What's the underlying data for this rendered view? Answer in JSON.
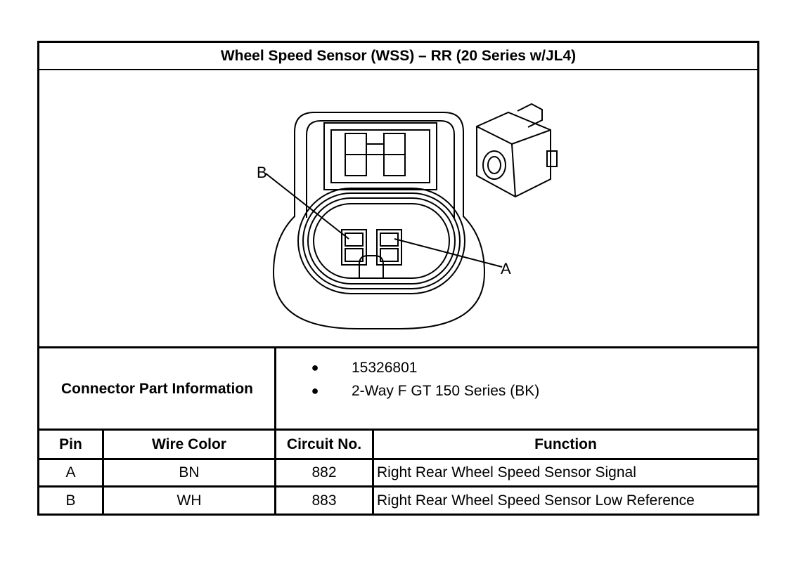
{
  "title": "Wheel Speed Sensor (WSS) – RR (20 Series w/JL4)",
  "diagram": {
    "pin_labels": [
      "B",
      "A"
    ]
  },
  "connector_info": {
    "label": "Connector Part Information",
    "items": [
      "15326801",
      "2-Way F GT 150 Series (BK)"
    ]
  },
  "pin_table": {
    "headers": [
      "Pin",
      "Wire Color",
      "Circuit No.",
      "Function"
    ],
    "rows": [
      [
        "A",
        "BN",
        "882",
        "Right Rear Wheel Speed Sensor Signal"
      ],
      [
        "B",
        "WH",
        "883",
        "Right Rear Wheel Speed Sensor Low Reference"
      ]
    ]
  }
}
